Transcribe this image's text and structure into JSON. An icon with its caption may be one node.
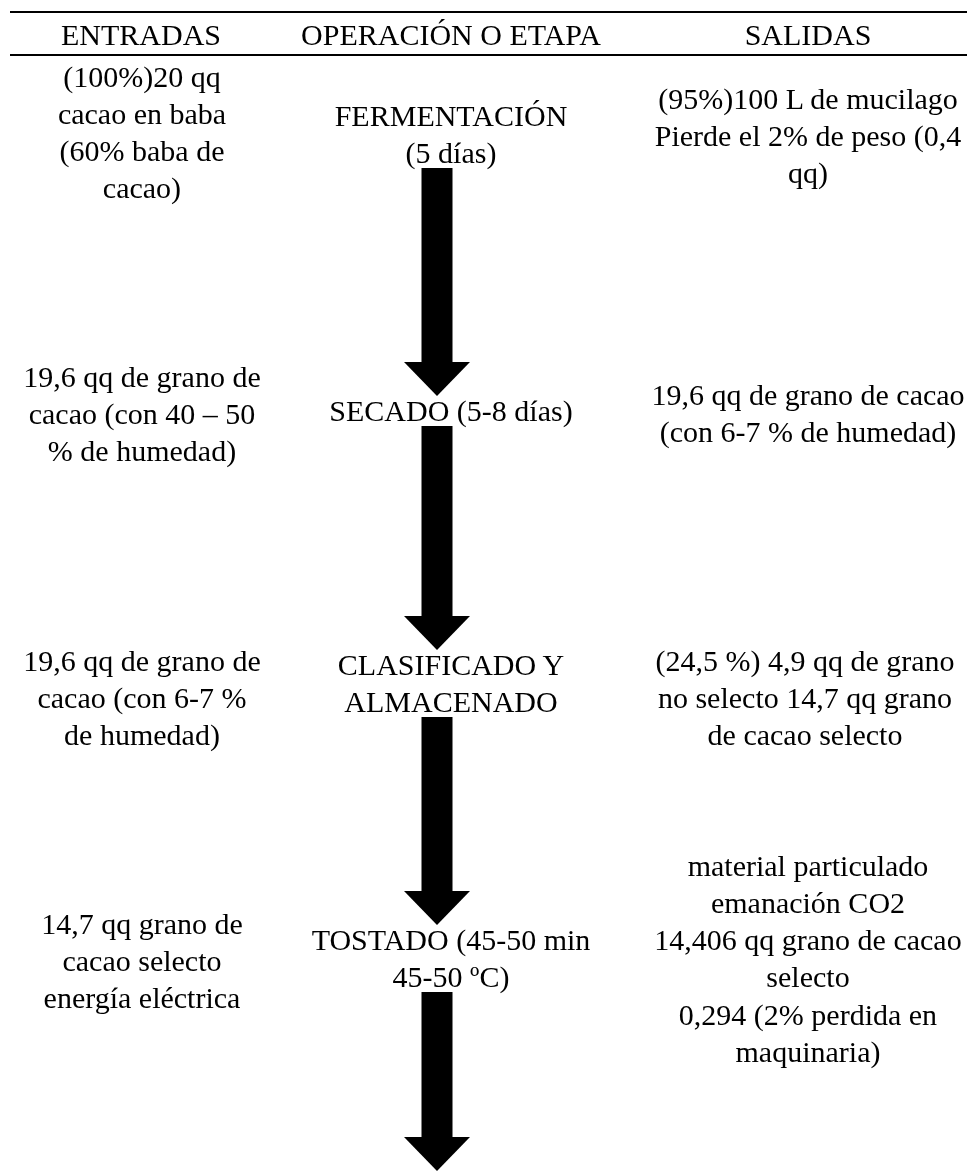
{
  "diagram": {
    "nodes": [
      {
        "text": [
          "FERMENTACIÓN (5 días)"
        ]
      },
      {
        "text": [
          "SECADO (5-8 días)"
        ]
      },
      {
        "text": [
          "CLASIFICADO Y ALMACENADO"
        ]
      },
      {
        "text": [
          "TOSTADO (45-50 min 45-50 ºC)"
        ]
      }
    ],
    "edges": [
      {
        "from": 0,
        "to": 1,
        "arrow": "to"
      },
      {
        "from": 1,
        "to": 2,
        "arrow": "to"
      },
      {
        "from": 2,
        "to": 3,
        "arrow": "to"
      },
      {
        "from": 3,
        "to": null,
        "arrow": "to"
      }
    ],
    "labels": [
      "ENTRADAS",
      "OPERACIÓN O ETAPA",
      "SALIDAS",
      "(100%)20 qq cacao en baba (60% baba de cacao)",
      "(95%)100 L de mucilago Pierde el 2% de peso (0,4 qq)",
      "19,6 qq de grano de cacao (con 40 – 50 % de humedad)",
      "19,6 qq de grano de cacao (con 6-7 % de humedad)",
      "19,6 qq de grano de cacao (con 6-7 % de humedad)",
      "(24,5 %) 4,9 qq de grano no selecto 14,7 qq grano de cacao selecto",
      "14,7 qq grano de cacao selecto energía eléctrica",
      "material particulado",
      "emanación CO2",
      "14,406 qq grano de cacao selecto",
      "0,294 (2% perdida en maquinaria)"
    ]
  }
}
